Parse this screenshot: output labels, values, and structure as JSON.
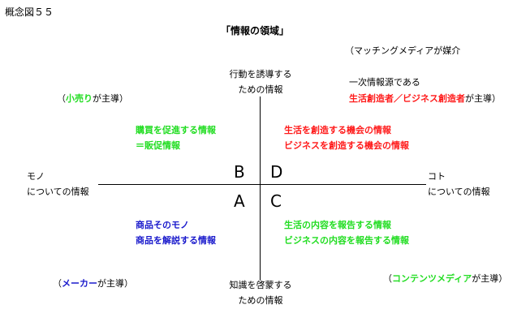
{
  "figure_label": "概念図５５",
  "title": "「情報の領域」",
  "axes": {
    "top": [
      "行動を誘導する",
      "ための情報"
    ],
    "bottom": [
      "知識を啓蒙する",
      "ための情報"
    ],
    "left": [
      "モノ",
      "についての情報"
    ],
    "right": [
      "コト",
      "についての情報"
    ]
  },
  "quadrant_letters": {
    "B": "B",
    "D": "D",
    "A": "A",
    "C": "C"
  },
  "quadrants": {
    "B": {
      "line1": "購買を促進する情報",
      "line2": "＝販促情報",
      "color": "#22dd22"
    },
    "D": {
      "line1": "生活を創造する機会の情報",
      "line2": "ビジネスを創造する機会の情報",
      "color": "#ff1a1a"
    },
    "A": {
      "line1": "商品そのモノ",
      "line2": "商品を解説する情報",
      "color": "#1a1acc"
    },
    "C": {
      "line1": "生活の内容を報告する情報",
      "line2": "ビジネスの内容を報告する情報",
      "color": "#22dd22"
    }
  },
  "corners": {
    "top_left": {
      "open": "（",
      "highlight": "小売り",
      "rest": "が主導）",
      "color": "#22dd22"
    },
    "top_right": {
      "media": "（マッチングメディアが媒介",
      "line1": "一次情報源である",
      "line2_highlight": "生活創造者／ビジネス創造者",
      "line2_rest": "が主導）",
      "color": "#ff1a1a"
    },
    "bottom_left": {
      "open": "（",
      "highlight": "メーカー",
      "rest": "が主導）",
      "color": "#1a1acc"
    },
    "bottom_right": {
      "open": "（",
      "highlight": "コンテンツメディア",
      "rest": "が主導）",
      "color": "#22dd22"
    }
  }
}
